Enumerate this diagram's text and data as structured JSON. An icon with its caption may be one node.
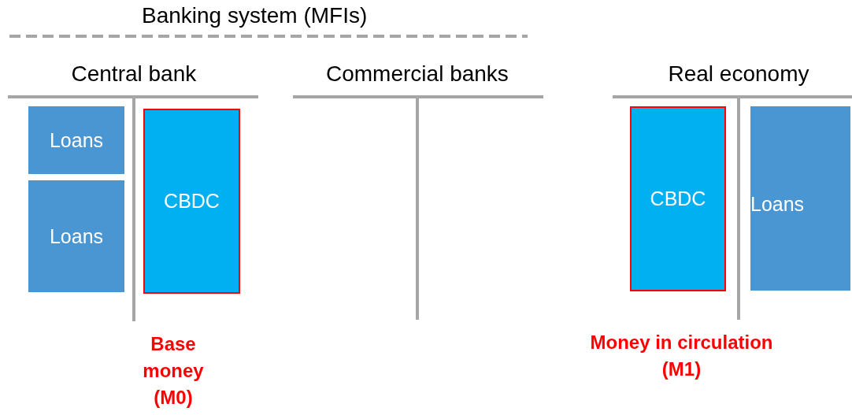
{
  "diagram": {
    "title": "Banking system (MFIs)",
    "nodes": [
      {
        "text": [
          "Central bank"
        ]
      },
      {
        "text": [
          "Loans"
        ],
        "in": 0
      },
      {
        "text": [
          "Loans"
        ],
        "in": 0
      },
      {
        "text": [
          "CBDC"
        ],
        "in": 0,
        "beside": [
          "Base money (M0)"
        ]
      },
      {
        "text": [
          "Commercial banks"
        ]
      },
      {
        "text": [
          "Real economy"
        ]
      },
      {
        "text": [
          "CBDC"
        ],
        "in": 5,
        "beside": [
          "Money in circulation (M1)"
        ]
      },
      {
        "text": [
          "Loans"
        ],
        "in": 5
      }
    ],
    "edges": []
  }
}
